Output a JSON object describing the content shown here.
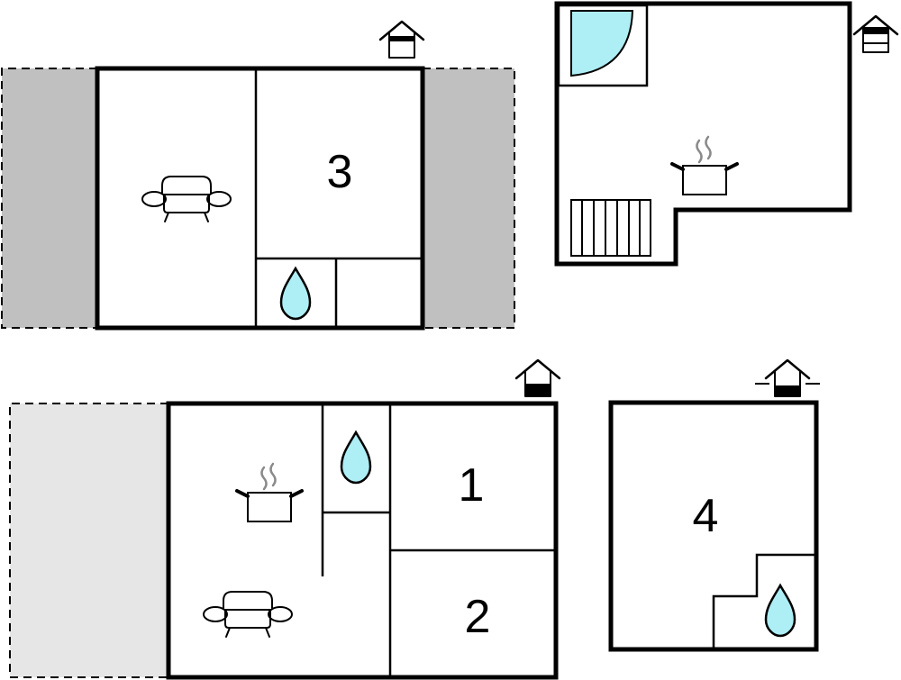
{
  "colors": {
    "wall": "#000000",
    "terrace_dark": "#c0c0c0",
    "terrace_light": "#e6e6e6",
    "water": "#aeeef5",
    "steam": "#8a8a8a",
    "background": "#ffffff"
  },
  "rooms": {
    "room_1": "1",
    "room_2": "2",
    "room_3": "3",
    "room_4": "4"
  },
  "icons": [
    "sofa-icon",
    "water-drop-icon",
    "cooking-pot-icon",
    "shower-icon",
    "stairs-icon",
    "floor-level-icon"
  ]
}
